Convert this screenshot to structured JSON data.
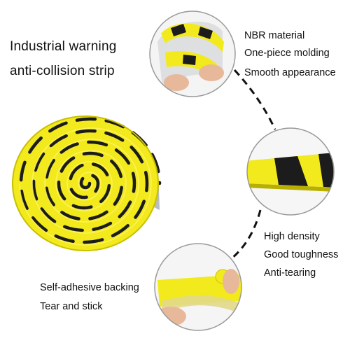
{
  "headline": {
    "line1": "Industrial warning",
    "line2": "anti-collision strip"
  },
  "features": {
    "top": [
      "NBR material",
      "One-piece molding",
      "Smooth appearance"
    ],
    "middle": [
      "High density",
      "Good toughness",
      "Anti-tearing"
    ],
    "bottom": [
      "Self-adhesive backing",
      "Tear and stick"
    ]
  },
  "colors": {
    "strip_yellow": "#f2ea1c",
    "strip_black": "#1c1c1c",
    "backing_gray": "#cfd2d6",
    "circle_border": "#9a9a9a",
    "connector": "#111111",
    "text": "#111111"
  }
}
